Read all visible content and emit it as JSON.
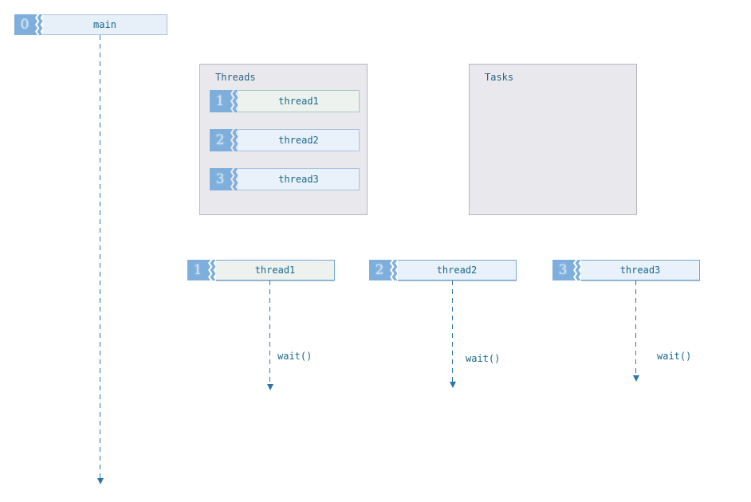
{
  "colors": {
    "badge_fill": "#7eafdc",
    "badge_digit": "#d2e4f4",
    "bar_fill_blue": "#e9f1fa",
    "bar_border_blue": "#a9c3e2",
    "bar_fill_sage": "#eef2ee",
    "bar_border_teal": "#a3cac4",
    "lifeline_header_border": "#76a9d2",
    "panel_fill": "#e9e9ed",
    "panel_border": "#b4b7c1",
    "label_text": "#19688a",
    "line_arrow": "#2e76a6",
    "background": "#ffffff"
  },
  "main_thread": {
    "id": "0",
    "label": "main"
  },
  "threads_panel": {
    "title": "Threads",
    "items": [
      {
        "id": "1",
        "label": "thread1"
      },
      {
        "id": "2",
        "label": "thread2"
      },
      {
        "id": "3",
        "label": "thread3"
      }
    ]
  },
  "tasks_panel": {
    "title": "Tasks"
  },
  "lifelines": [
    {
      "id": "1",
      "label": "thread1",
      "annotation": "wait()"
    },
    {
      "id": "2",
      "label": "thread2",
      "annotation": "wait()"
    },
    {
      "id": "3",
      "label": "thread3",
      "annotation": "wait()"
    }
  ]
}
